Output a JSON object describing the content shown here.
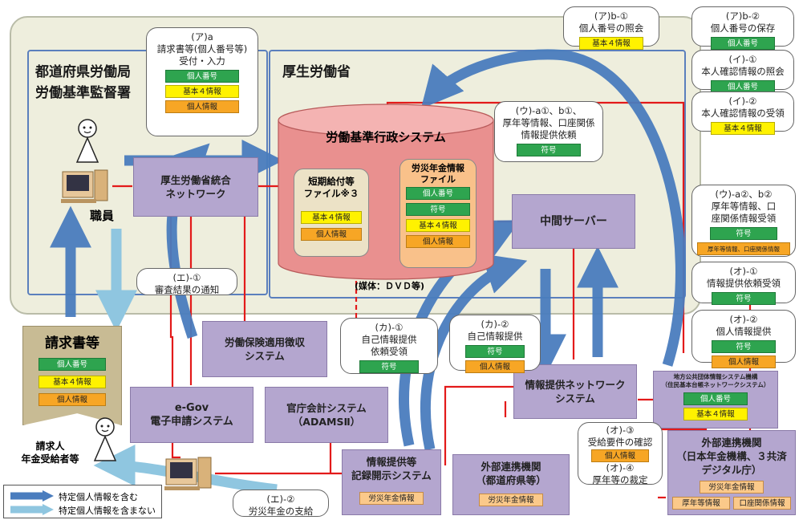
{
  "regions": {
    "prefecture_line1": "都道府県労働局",
    "prefecture_line2": "労働基準監督署",
    "mhlw": "厚生労働省"
  },
  "labels": {
    "staff": "職員",
    "claim_doc": "請求書等",
    "claimant": "請求人\n年金受給者等",
    "media": "(媒体：ＤＶＤ等)"
  },
  "tag_text": {
    "my_number": "個人番号",
    "basic4": "基本４情報",
    "personal": "個人情報",
    "code": "符号",
    "rousai": "労災年金情報",
    "kounen": "厚年等情報",
    "kouza": "口座関係情報",
    "kounen_kouza": "厚年等情報、口座関係情報"
  },
  "systems": {
    "network": "厚生労働省統合\nネットワーク",
    "core": "労働基準行政システム",
    "short_file": "短期給付等\nファイル※３",
    "rousai_file": "労災年金情報\nファイル",
    "middle_server": "中間サーバー",
    "insurance": "労働保険適用徴収\nシステム",
    "egov": "e-Gov\n電子申請システム",
    "adams": "官庁会計システム\n（ADAMSⅡ）",
    "disclosure": "情報提供等\n記録開示システム",
    "external_pref": "外部連携機関\n（都道府県等）",
    "info_network": "情報提供ネットワーク\nシステム",
    "local_gov": "地方公共団体情報システム機構\n（住民基本台帳ネットワークシステム）",
    "external_org": "外部連携機関\n（日本年金機構、３共済\nデジタル庁）"
  },
  "callouts": {
    "a_a": "(ア)a\n請求書等(個人番号等)\n受付・入力",
    "a_b1": "(ア)b-①\n個人番号の照会",
    "a_b2": "(ア)b-②\n個人番号の保存",
    "i1": "(イ)-①\n本人確認情報の照会",
    "i2": "(イ)-②\n本人確認情報の受領",
    "u_a1": "(ウ)-a①、b①、\n厚年等情報、口座関係\n情報提供依頼",
    "u_a2": "(ウ)-a②、b②\n厚年等情報、口\n座関係情報受領",
    "e1": "(エ)-①\n審査結果の通知",
    "e2": "(エ)-②\n労災年金の支給",
    "o1": "(オ)-①\n情報提供依頼受領",
    "o2": "(オ)-②\n個人情報提供",
    "o3": "(オ)-③\n受給要件の確認",
    "o4": "(オ)-④\n厚年等の裁定",
    "ka1": "(カ)-①\n自己情報提供\n依頼受領",
    "ka2": "(カ)-②\n自己情報提供"
  },
  "legend": {
    "with_specific": "特定個人情報を含む",
    "without_specific": "特定個人情報を含まない"
  },
  "colors": {
    "dark_blue_arrow": "#4a7dbe",
    "light_blue_arrow": "#8fc6e0",
    "red_line": "#e31a1a",
    "system_box": "#b4a6cf",
    "cylinder": "#e9908f"
  }
}
